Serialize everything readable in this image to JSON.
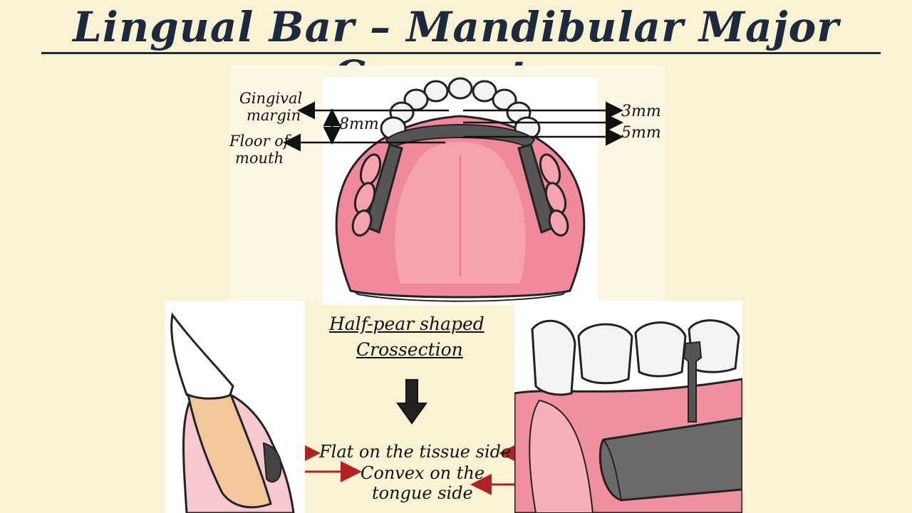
{
  "title": "Lingual Bar – Mandibular Major Connector",
  "top_diagram": {
    "gingival_label_line1": "Gingival",
    "gingival_label_line2": "margin",
    "floor_label_line1": "Floor of",
    "floor_label_line2": "mouth",
    "height_label": "8mm",
    "dim_3mm": "3mm",
    "dim_5mm": "5mm"
  },
  "middle": {
    "crosssection_line1": "Half-pear shaped",
    "crosssection_line2": "Crossection"
  },
  "bottom_labels": {
    "flat": "Flat on the tissue side",
    "convex_line1": "Convex on the",
    "convex_line2": "tongue side"
  },
  "colors": {
    "background": "#fbf1d3",
    "title": "#1b2a3c",
    "gum": "#f08a9a",
    "gum_light": "#f6b8c0",
    "metal": "#555555",
    "arrow_red": "#b22222"
  }
}
